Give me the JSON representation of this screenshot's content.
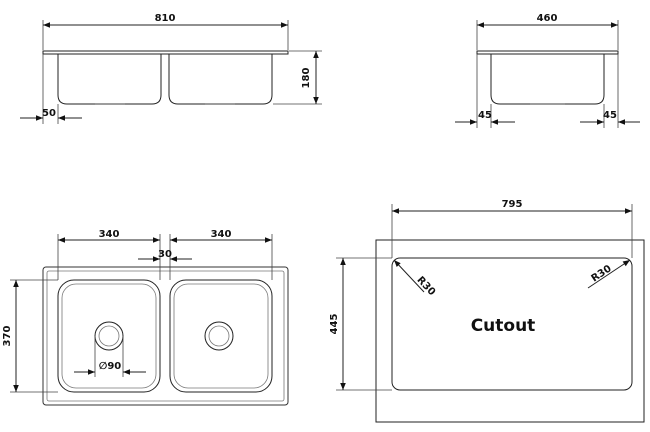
{
  "front_view": {
    "width_label": "810",
    "height_label": "180",
    "flange_label": "50"
  },
  "side_view": {
    "width_label": "460",
    "left_flange_label": "45",
    "right_flange_label": "45"
  },
  "top_view": {
    "bowl_left_label": "340",
    "bowl_right_label": "340",
    "divider_label": "30",
    "depth_label": "370",
    "drain_label": "∅90"
  },
  "cutout_view": {
    "width_label": "795",
    "height_label": "445",
    "radius_left_label": "R30",
    "radius_right_label": "R30",
    "title": "Cutout"
  }
}
